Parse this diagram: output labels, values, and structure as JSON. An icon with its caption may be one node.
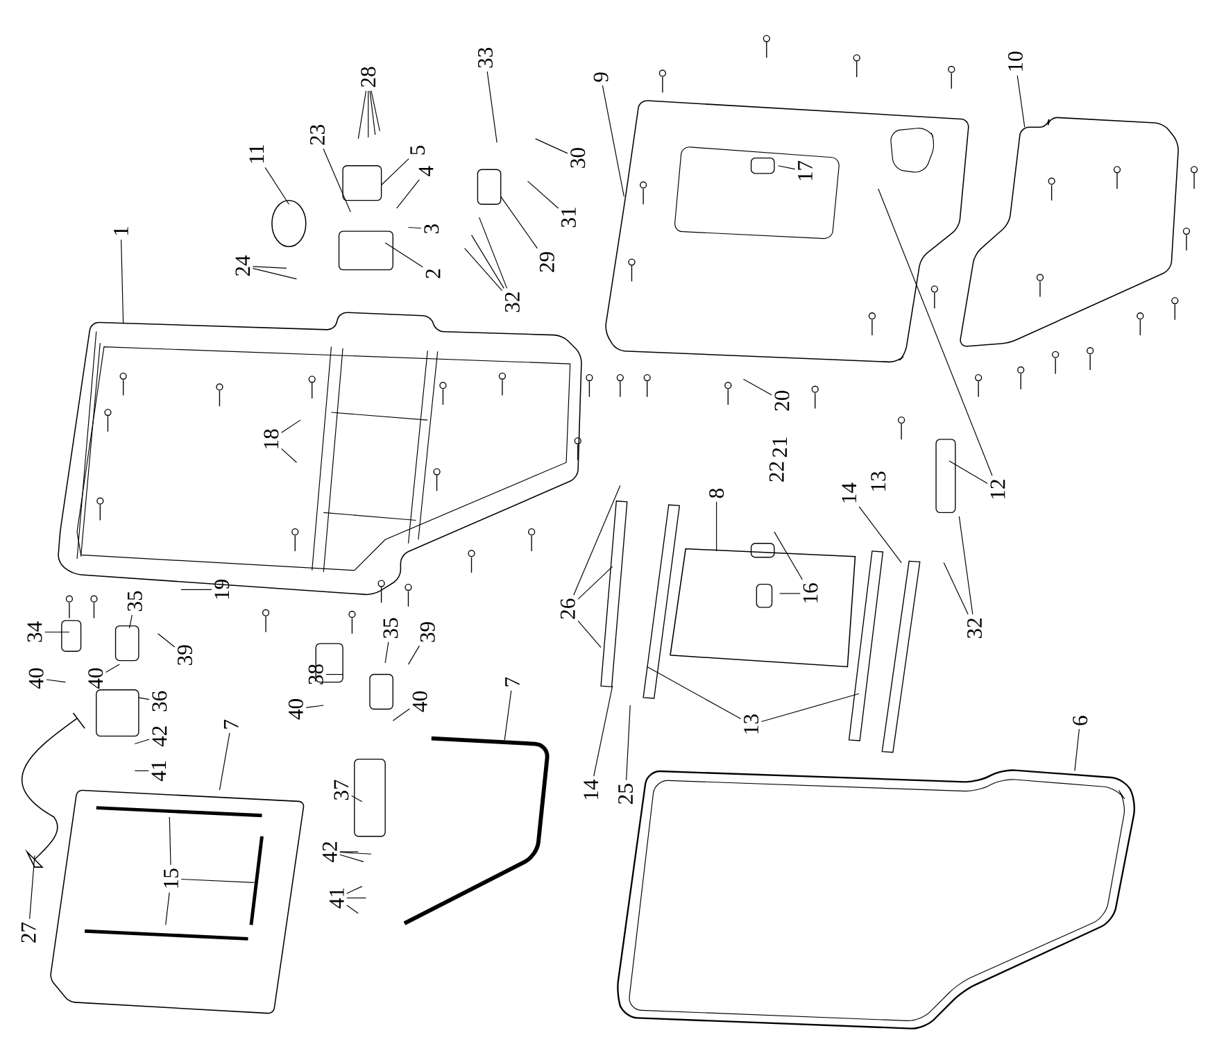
{
  "diagram": {
    "nodes": [
      {
        "text": [
          "1"
        ]
      },
      {
        "text": [
          "11"
        ]
      },
      {
        "text": [
          "24"
        ]
      },
      {
        "text": [
          "23"
        ]
      },
      {
        "text": [
          "28"
        ]
      },
      {
        "text": [
          "5"
        ]
      },
      {
        "text": [
          "4"
        ]
      },
      {
        "text": [
          "3"
        ]
      },
      {
        "text": [
          "2"
        ]
      },
      {
        "text": [
          "33"
        ]
      },
      {
        "text": [
          "30"
        ]
      },
      {
        "text": [
          "31"
        ]
      },
      {
        "text": [
          "29"
        ]
      },
      {
        "text": [
          "32"
        ]
      },
      {
        "text": [
          "9"
        ]
      },
      {
        "text": [
          "17"
        ]
      },
      {
        "text": [
          "10"
        ]
      },
      {
        "text": [
          "18"
        ]
      },
      {
        "text": [
          "20"
        ]
      },
      {
        "text": [
          "21"
        ]
      },
      {
        "text": [
          "22"
        ]
      },
      {
        "text": [
          "12"
        ]
      },
      {
        "text": [
          "13"
        ]
      },
      {
        "text": [
          "14"
        ]
      },
      {
        "text": [
          "8"
        ]
      },
      {
        "text": [
          "16"
        ]
      },
      {
        "text": [
          "26"
        ]
      },
      {
        "text": [
          "32"
        ]
      },
      {
        "text": [
          "19"
        ]
      },
      {
        "text": [
          "34"
        ]
      },
      {
        "text": [
          "35"
        ]
      },
      {
        "text": [
          "39"
        ]
      },
      {
        "text": [
          "40"
        ]
      },
      {
        "text": [
          "40"
        ]
      },
      {
        "text": [
          "36"
        ]
      },
      {
        "text": [
          "42"
        ]
      },
      {
        "text": [
          "41"
        ]
      },
      {
        "text": [
          "38"
        ]
      },
      {
        "text": [
          "35"
        ]
      },
      {
        "text": [
          "39"
        ]
      },
      {
        "text": [
          "40"
        ]
      },
      {
        "text": [
          "40"
        ]
      },
      {
        "text": [
          "7"
        ]
      },
      {
        "text": [
          "13"
        ]
      },
      {
        "text": [
          "6"
        ]
      },
      {
        "text": [
          "7"
        ]
      },
      {
        "text": [
          "37"
        ]
      },
      {
        "text": [
          "14"
        ]
      },
      {
        "text": [
          "25"
        ]
      },
      {
        "text": [
          "42"
        ]
      },
      {
        "text": [
          "15"
        ]
      },
      {
        "text": [
          "41"
        ]
      },
      {
        "text": [
          "27"
        ]
      }
    ],
    "edges": [
      {
        "from": 0,
        "to": null,
        "arrow": "none"
      },
      {
        "from": 1,
        "to": null,
        "arrow": "none"
      },
      {
        "from": 2,
        "to": null,
        "arrow": "none"
      },
      {
        "from": 2,
        "to": null,
        "arrow": "none"
      },
      {
        "from": 3,
        "to": null,
        "arrow": "none"
      },
      {
        "from": 4,
        "to": null,
        "arrow": "none"
      },
      {
        "from": 4,
        "to": null,
        "arrow": "none"
      },
      {
        "from": 4,
        "to": null,
        "arrow": "none"
      },
      {
        "from": 4,
        "to": null,
        "arrow": "none"
      },
      {
        "from": 5,
        "to": null,
        "arrow": "none"
      },
      {
        "from": 6,
        "to": null,
        "arrow": "none"
      },
      {
        "from": 7,
        "to": null,
        "arrow": "none"
      },
      {
        "from": 8,
        "to": null,
        "arrow": "none"
      },
      {
        "from": 9,
        "to": null,
        "arrow": "none"
      },
      {
        "from": 10,
        "to": null,
        "arrow": "none"
      },
      {
        "from": 11,
        "to": null,
        "arrow": "none"
      },
      {
        "from": 12,
        "to": null,
        "arrow": "none"
      },
      {
        "from": 13,
        "to": null,
        "arrow": "none"
      },
      {
        "from": 13,
        "to": null,
        "arrow": "none"
      },
      {
        "from": 13,
        "to": null,
        "arrow": "none"
      },
      {
        "from": 14,
        "to": null,
        "arrow": "none"
      },
      {
        "from": 15,
        "to": null,
        "arrow": "none"
      },
      {
        "from": 16,
        "to": null,
        "arrow": "none"
      },
      {
        "from": 17,
        "to": null,
        "arrow": "none"
      },
      {
        "from": 17,
        "to": null,
        "arrow": "none"
      },
      {
        "from": 18,
        "to": null,
        "arrow": "none"
      },
      {
        "from": 21,
        "to": null,
        "arrow": "none"
      },
      {
        "from": 21,
        "to": null,
        "arrow": "none"
      },
      {
        "from": 23,
        "to": null,
        "arrow": "none"
      },
      {
        "from": 24,
        "to": null,
        "arrow": "none"
      },
      {
        "from": 25,
        "to": null,
        "arrow": "none"
      },
      {
        "from": 25,
        "to": null,
        "arrow": "none"
      },
      {
        "from": 26,
        "to": null,
        "arrow": "none"
      },
      {
        "from": 26,
        "to": null,
        "arrow": "none"
      },
      {
        "from": 26,
        "to": null,
        "arrow": "none"
      },
      {
        "from": 27,
        "to": null,
        "arrow": "none"
      },
      {
        "from": 27,
        "to": null,
        "arrow": "none"
      },
      {
        "from": 28,
        "to": null,
        "arrow": "none"
      },
      {
        "from": 29,
        "to": null,
        "arrow": "none"
      },
      {
        "from": 30,
        "to": null,
        "arrow": "none"
      },
      {
        "from": 31,
        "to": null,
        "arrow": "none"
      },
      {
        "from": 32,
        "to": null,
        "arrow": "none"
      },
      {
        "from": 33,
        "to": null,
        "arrow": "none"
      },
      {
        "from": 34,
        "to": null,
        "arrow": "none"
      },
      {
        "from": 35,
        "to": null,
        "arrow": "none"
      },
      {
        "from": 36,
        "to": null,
        "arrow": "none"
      },
      {
        "from": 37,
        "to": null,
        "arrow": "none"
      },
      {
        "from": 38,
        "to": null,
        "arrow": "none"
      },
      {
        "from": 39,
        "to": null,
        "arrow": "none"
      },
      {
        "from": 40,
        "to": null,
        "arrow": "none"
      },
      {
        "from": 41,
        "to": null,
        "arrow": "none"
      },
      {
        "from": 42,
        "to": null,
        "arrow": "none"
      },
      {
        "from": 43,
        "to": null,
        "arrow": "none"
      },
      {
        "from": 43,
        "to": null,
        "arrow": "none"
      },
      {
        "from": 44,
        "to": null,
        "arrow": "none"
      },
      {
        "from": 45,
        "to": null,
        "arrow": "none"
      },
      {
        "from": 46,
        "to": null,
        "arrow": "none"
      },
      {
        "from": 47,
        "to": null,
        "arrow": "none"
      },
      {
        "from": 48,
        "to": null,
        "arrow": "none"
      },
      {
        "from": 49,
        "to": null,
        "arrow": "none"
      },
      {
        "from": 49,
        "to": null,
        "arrow": "none"
      },
      {
        "from": 49,
        "to": null,
        "arrow": "none"
      },
      {
        "from": 50,
        "to": null,
        "arrow": "none"
      },
      {
        "from": 50,
        "to": null,
        "arrow": "none"
      },
      {
        "from": 50,
        "to": null,
        "arrow": "none"
      },
      {
        "from": 51,
        "to": null,
        "arrow": "none"
      },
      {
        "from": 51,
        "to": null,
        "arrow": "none"
      },
      {
        "from": 51,
        "to": null,
        "arrow": "none"
      },
      {
        "from": 52,
        "to": null,
        "arrow": "none"
      }
    ]
  }
}
